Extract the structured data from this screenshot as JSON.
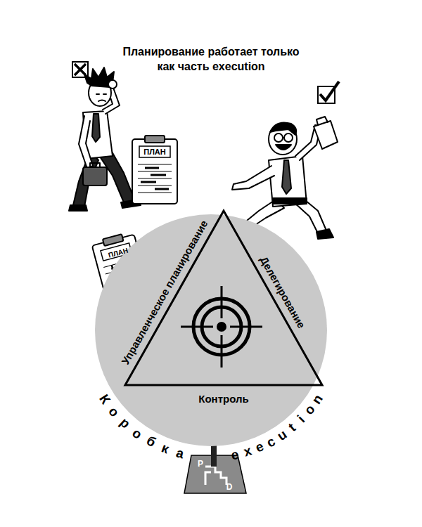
{
  "diagram": {
    "title": "Планирование работает только как часть execution",
    "nodes": [
      {
        "text": [
          "Коробка",
          "execution"
        ]
      },
      {
        "text": [
          "Управленческое планирование",
          "Делегирование",
          "Контроль"
        ],
        "in": 0
      }
    ],
    "labels": [
      "ПЛАН",
      "ПЛАН",
      "P",
      "D"
    ]
  }
}
